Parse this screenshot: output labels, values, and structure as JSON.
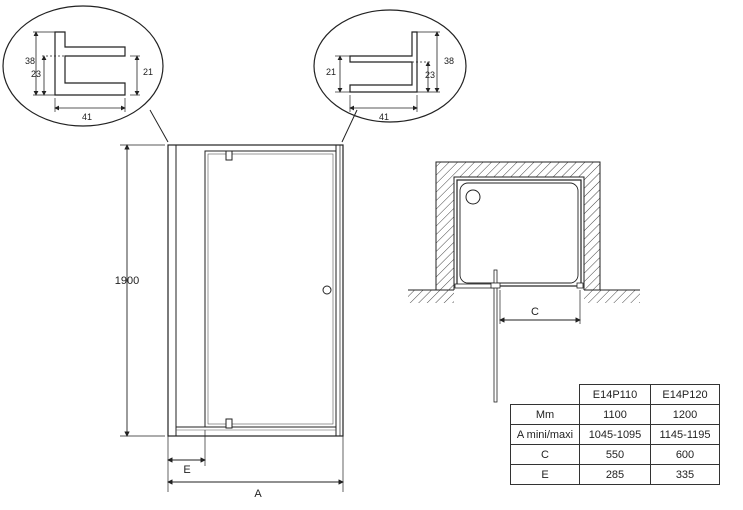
{
  "detail_left": {
    "dims": [
      "38",
      "23",
      "21",
      "41"
    ]
  },
  "detail_right": {
    "dims": [
      "38",
      "23",
      "21",
      "41"
    ]
  },
  "front_view": {
    "height_label": "1900",
    "width_label": "A",
    "offset_label": "E"
  },
  "plan_view": {
    "opening_label": "C"
  },
  "spec_table": {
    "headers": [
      "",
      "E14P110",
      "E14P120"
    ],
    "rows": [
      {
        "label": "Mm",
        "values": [
          "1100",
          "1200"
        ]
      },
      {
        "label": "A mini/maxi",
        "values": [
          "1045-1095",
          "1145-1195"
        ]
      },
      {
        "label": "C",
        "values": [
          "550",
          "600"
        ]
      },
      {
        "label": "E",
        "values": [
          "285",
          "335"
        ]
      }
    ]
  }
}
